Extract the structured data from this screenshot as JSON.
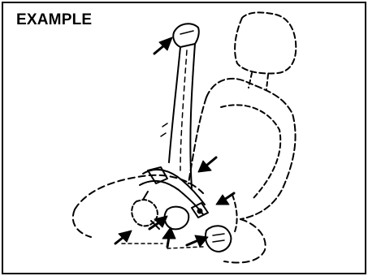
{
  "figure": {
    "label": "EXAMPLE",
    "line_color": "#000000",
    "background": "#ffffff",
    "subject": "seat-belt-and-seat-illustration",
    "arrow_count": 7
  }
}
